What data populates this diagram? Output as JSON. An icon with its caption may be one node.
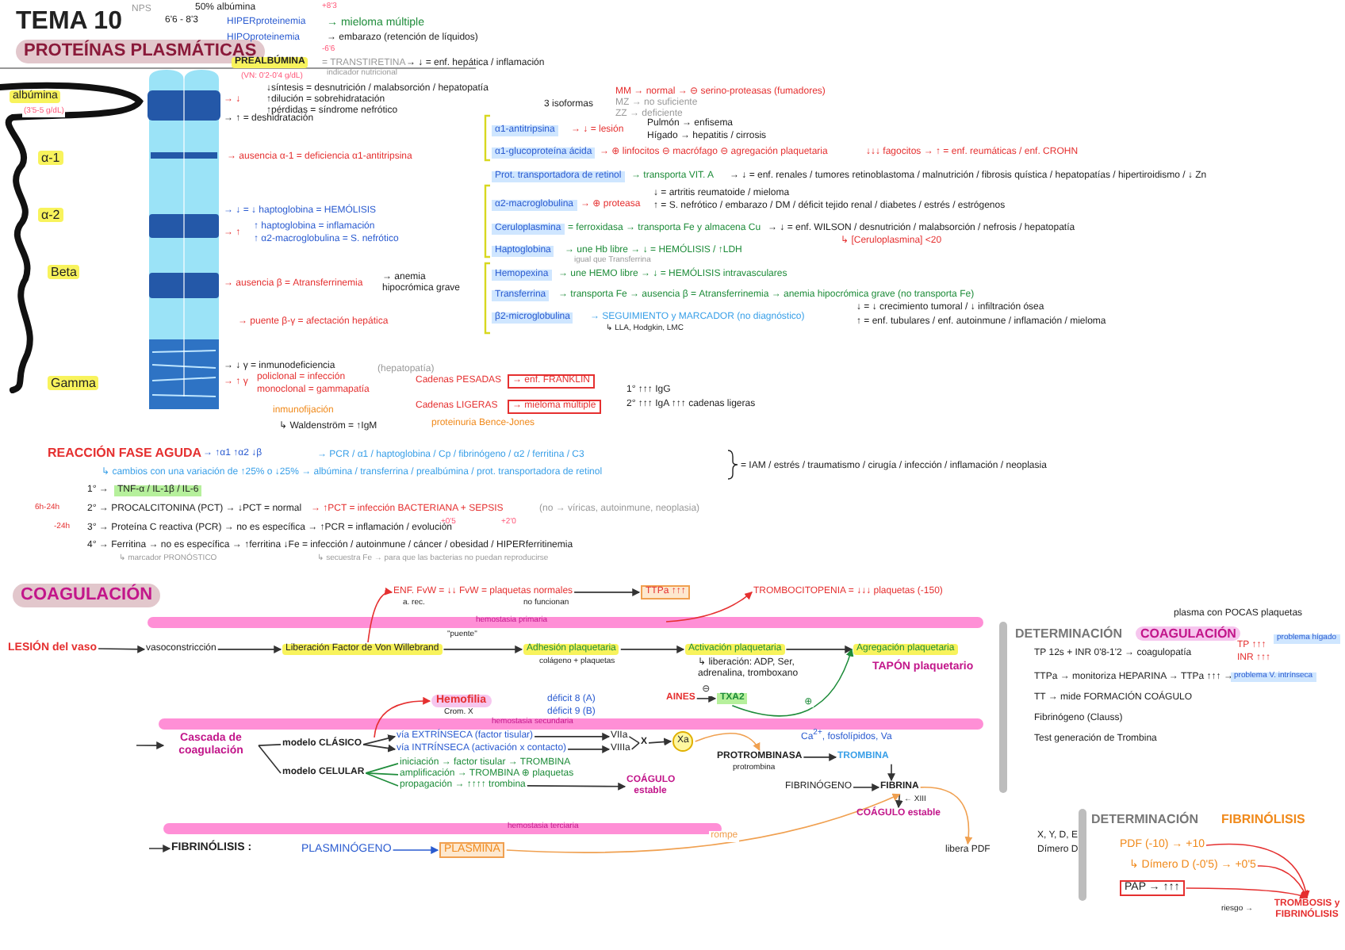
{
  "diagram": {
    "title": "TEMA 10",
    "nodes": [
      {
        "text": [
          "LESIÓN del vaso"
        ]
      },
      {
        "text": [
          "vasoconstricción"
        ]
      },
      {
        "text": [
          "Liberación Factor de Von Willebrand"
        ],
        "beside": [
          "\"puente\""
        ]
      },
      {
        "text": [
          "Adhesión plaquetaria"
        ],
        "beside": [
          "colágeno + plaquetas"
        ]
      },
      {
        "text": [
          "Activación plaquetaria"
        ],
        "beside": [
          "↳ liberación: ADP, Ser, adrenalina, tromboxano"
        ]
      },
      {
        "text": [
          "Agregación plaquetaria"
        ],
        "beside": [
          "TAPÓN plaquetario"
        ]
      },
      {
        "text": [
          "ENF. FvW = ↓↓ FvW = plaquetas normales"
        ],
        "beside": [
          "a. rec.",
          "no funcionan"
        ]
      },
      {
        "text": [
          "TTPa ↑↑↑"
        ]
      },
      {
        "text": [
          "TROMBOCITOPENIA = ↓↓↓ plaquetas (-150)"
        ]
      },
      {
        "text": [
          "AINES"
        ]
      },
      {
        "text": [
          "TXA2"
        ]
      },
      {
        "text": [
          "Hemofilia"
        ],
        "beside": [
          "Crom. X"
        ]
      },
      {
        "text": [
          "Cascada de coagulación"
        ]
      },
      {
        "text": [
          "modelo CLÁSICO"
        ]
      },
      {
        "text": [
          "modelo CELULAR"
        ]
      },
      {
        "text": [
          "vía EXTRÍNSECA (factor tisular)"
        ]
      },
      {
        "text": [
          "vía INTRÍNSECA (activación x contacto)"
        ]
      },
      {
        "text": [
          "VIIa"
        ]
      },
      {
        "text": [
          "VIIIa"
        ]
      },
      {
        "text": [
          "X"
        ]
      },
      {
        "text": [
          "Xa"
        ]
      },
      {
        "text": [
          "iniciación → factor tisular → TROMBINA"
        ]
      },
      {
        "text": [
          "amplificación → TROMBINA ⊕ plaquetas"
        ]
      },
      {
        "text": [
          "propagación → ↑↑↑↑ trombina"
        ]
      },
      {
        "text": [
          "COÁGULO estable"
        ]
      },
      {
        "text": [
          "PROTROMBINASA"
        ],
        "beside": [
          "protrombina"
        ]
      },
      {
        "text": [
          "TROMBINA"
        ]
      },
      {
        "text": [
          "FIBRINÓGENO"
        ]
      },
      {
        "text": [
          "FIBRINA"
        ],
        "beside": [
          "← XIII"
        ]
      },
      {
        "text": [
          "COÁGULO estable"
        ]
      },
      {
        "text": [
          "FIBRINÓLISIS :"
        ]
      },
      {
        "text": [
          "PLASMINÓGENO"
        ]
      },
      {
        "text": [
          "PLASMINA"
        ]
      },
      {
        "text": [
          "libera PDF"
        ]
      },
      {
        "text": [
          "PDF (-10) → +10"
        ]
      },
      {
        "text": [
          "↳ Dímero D (-0'5) → +0'5"
        ]
      },
      {
        "text": [
          "PAP → ↑↑↑"
        ]
      },
      {
        "text": [
          "TROMBOSIS y FIBRINÓLISIS"
        ],
        "beside": [
          "riesgo →"
        ]
      }
    ],
    "edges": [
      {
        "from": 0,
        "to": 1,
        "arrow": "to"
      },
      {
        "from": 1,
        "to": 2,
        "arrow": "to"
      },
      {
        "from": 2,
        "to": 3,
        "arrow": "to"
      },
      {
        "from": 3,
        "to": 4,
        "arrow": "to"
      },
      {
        "from": 4,
        "to": 5,
        "arrow": "to"
      },
      {
        "from": 2,
        "to": 6,
        "arrow": "to",
        "color": "#e53030"
      },
      {
        "from": 6,
        "to": 7,
        "arrow": "to"
      },
      {
        "from": null,
        "to": 8,
        "arrow": "to",
        "color": "#e53030"
      },
      {
        "from": 9,
        "to": 10,
        "arrow": "to",
        "label": "⊖"
      },
      {
        "from": 10,
        "to": 5,
        "arrow": "to",
        "label": "⊕",
        "color": "#1e8c3a"
      },
      {
        "from": 13,
        "to": 11,
        "arrow": "to",
        "color": "#e53030"
      },
      {
        "from": null,
        "to": 12,
        "arrow": "to"
      },
      {
        "from": 12,
        "to": 13,
        "arrow": "none"
      },
      {
        "from": 12,
        "to": 14,
        "arrow": "none"
      },
      {
        "from": 13,
        "to": 15,
        "arrow": "to"
      },
      {
        "from": 13,
        "to": 16,
        "arrow": "to"
      },
      {
        "from": 15,
        "to": 17,
        "arrow": "to"
      },
      {
        "from": 16,
        "to": 18,
        "arrow": "to"
      },
      {
        "from": 17,
        "to": 19,
        "arrow": "none"
      },
      {
        "from": 18,
        "to": 19,
        "arrow": "none"
      },
      {
        "from": 19,
        "to": 20,
        "arrow": "to"
      },
      {
        "from": 14,
        "to": 21,
        "arrow": "none",
        "color": "#1e8c3a"
      },
      {
        "from": 14,
        "to": 22,
        "arrow": "none",
        "color": "#1e8c3a"
      },
      {
        "from": 14,
        "to": 23,
        "arrow": "none",
        "color": "#1e8c3a"
      },
      {
        "from": 23,
        "to": 24,
        "arrow": "to"
      },
      {
        "from": 20,
        "to": 25,
        "arrow": "to",
        "color": "#f0a050"
      },
      {
        "from": 25,
        "to": 26,
        "arrow": "to"
      },
      {
        "from": 26,
        "to": 28,
        "arrow": "to"
      },
      {
        "from": 27,
        "to": 28,
        "arrow": "to"
      },
      {
        "from": 28,
        "to": 29,
        "arrow": "to"
      },
      {
        "from": null,
        "to": 30,
        "arrow": "to"
      },
      {
        "from": 31,
        "to": 32,
        "arrow": "to",
        "color": "#2a5bd0"
      },
      {
        "from": 32,
        "to": 28,
        "arrow": "to",
        "label": "rompe",
        "color": "#f0a050"
      },
      {
        "from": 28,
        "to": 33,
        "arrow": "to",
        "color": "#f0a050"
      },
      {
        "from": 34,
        "to": 37,
        "arrow": "to",
        "color": "#e53030"
      },
      {
        "from": 35,
        "to": 37,
        "arrow": "to",
        "color": "#e53030"
      },
      {
        "from": 36,
        "to": 37,
        "arrow": "to",
        "color": "#e53030"
      }
    ],
    "labels": [
      "PROTEÍNAS PLASMÁTICAS",
      "NPS",
      "6'6 - 8'3",
      "50% albúmina",
      "+8'3",
      "HIPERproteinemia",
      "→ mieloma múltiple",
      "HIPOproteinemia",
      "→ embarazo (retención de líquidos)",
      "-6'6",
      "PREALBÚMINA",
      "= TRANSTIRETINA",
      "→ ↓ = enf. hepática / inflamación",
      "(VN: 0'2-0'4 g/dL)",
      "indicador nutricional",
      "albúmina",
      "(3'5-5 g/dL)",
      "→ ↓",
      "↓síntesis = desnutrición / malabsorción / hepatopatía",
      "↑dilución = sobrehidratación",
      "↑pérdidas = síndrome nefrótico",
      "→ ↑ = deshidratación",
      "α-1",
      "→ ausencia α-1 = deficiencia α1-antitripsina",
      "α-2",
      "→ ↓ = ↓ haptoglobina = HEMÓLISIS",
      "→ ↑",
      "↑ haptoglobina = inflamación",
      "↑ α2-macroglobulina = S. nefrótico",
      "Beta",
      "→ ausencia β = Atransferrinemia",
      "→ anemia hipocrómica grave",
      "→ puente β-γ = afectación hepática",
      "Gamma",
      "→ ↓ γ = inmunodeficiencia",
      "→ ↑ γ",
      "policlonal = infección",
      "(hepatopatía)",
      "monoclonal = gammapatía",
      "inmunofijación",
      "↳ Waldenström = ↑IgM",
      "Cadenas PESADAS",
      "→ enf. FRANKLIN",
      "Cadenas LIGERAS",
      "→ mieloma múltiple",
      "proteinuria Bence-Jones",
      "1° ↑↑↑ IgG",
      "2° ↑↑↑ IgA ↑↑↑ cadenas ligeras",
      "3 isoformas",
      "MM → normal → ⊖ serino-proteasas (fumadores)",
      "MZ → no suficiente",
      "ZZ → deficiente",
      "α1-antitripsina",
      "→ ↓ = lesión",
      "Pulmón → enfisema",
      "Hígado → hepatitis / cirrosis",
      "α1-glucoproteína ácida",
      "→ ⊕ linfocitos ⊖ macrófago ⊖ agregación plaquetaria",
      "↓↓↓ fagocitos → ↑ = enf. reumáticas / enf. CROHN",
      "Prot. transportadora de retinol",
      "→ transporta VIT. A",
      "→ ↓ = enf. renales / tumores retinoblastoma / malnutrición / fibrosis quística / hepatopatías / hipertiroidismo / ↓ Zn",
      "α2-macroglobulina",
      "→ ⊕ proteasa",
      "↓ = artritis reumatoide / mieloma",
      "↑ = S. nefrótico / embarazo / DM / déficit tejido renal / diabetes / estrés / estrógenos",
      "Ceruloplasmina",
      "= ferroxidasa → transporta Fe y almacena Cu",
      "→ ↓ = enf. WILSON / desnutrición / malabsorción / nefrosis / hepatopatía",
      "↳ [Ceruloplasmina] <20",
      "Haptoglobina",
      "→ une Hb libre → ↓ = HEMÓLISIS / ↑LDH",
      "igual que Transferrina",
      "Hemopexina",
      "→ une HEMO libre → ↓ = HEMÓLISIS intravasculares",
      "Transferrina",
      "→ transporta Fe → ausencia β = Atransferrinemia → anemia hipocrómica grave (no transporta Fe)",
      "β2-microglobulina",
      "→ SEGUIMIENTO y MARCADOR (no diagnóstico)",
      "↳ LLA, Hodgkin, LMC",
      "↓ = ↓ crecimiento tumoral / ↓ infiltración ósea",
      "↑ = enf. tubulares / enf. autoinmune / inflamación / mieloma",
      "REACCIÓN FASE AGUDA",
      "→ ↑α1 ↑α2 ↓β",
      "→ PCR / α1 / haptoglobina / Cp / fibrinógeno / α2 / ferritina / C3",
      "↳ cambios con una variación de ↑25% o ↓25% → albúmina / transferrina / prealbúmina / prot. transportadora de retinol",
      "= IAM / estrés / traumatismo / cirugía / infección / inflamación / neoplasia",
      "1° →",
      "TNF-α / IL-1β / IL-6",
      "6h-24h",
      "2° → PROCALCITONINA (PCT) → ↓PCT = normal",
      "→ ↑PCT = infección BACTERIANA + SEPSIS",
      "+0'5",
      "+2'0",
      "(no → víricas, autoinmune, neoplasia)",
      "-24h",
      "3° → Proteína C reactiva (PCR) → no es específica → ↑PCR = inflamación / evolución",
      "4° → Ferritina → no es específica → ↑ferritina ↓Fe = infección / autoinmune / cáncer / obesidad / HIPERferritinemia",
      "↳ marcador PRONÓSTICO",
      "↳ secuestra Fe → para que las bacterias no puedan reproducirse",
      "COAGULACIÓN",
      "hemostasia primaria",
      "déficit 8 (A)",
      "déficit 9 (B)",
      "hemostasia secundaria",
      "Ca$^{2+}$, fosfolípidos, Va",
      "hemostasia terciaria",
      "X, Y, D, E",
      "Dímero D",
      "DETERMINACIÓN",
      "COAGULACIÓN",
      "plasma con POCAS plaquetas",
      "TP 12s + INR 0'8-1'2 → coagulopatía",
      "TP ↑↑↑",
      "INR ↑↑↑",
      "problema hígado",
      "TTPa → monitoriza HEPARINA → TTPa ↑↑↑ →",
      "problema V. intrínseca",
      "TT → mide FORMACIÓN COÁGULO",
      "Fibrinógeno (Clauss)",
      "Test generación de Trombina",
      "DETERMINACIÓN",
      "FIBRINÓLISIS"
    ]
  }
}
